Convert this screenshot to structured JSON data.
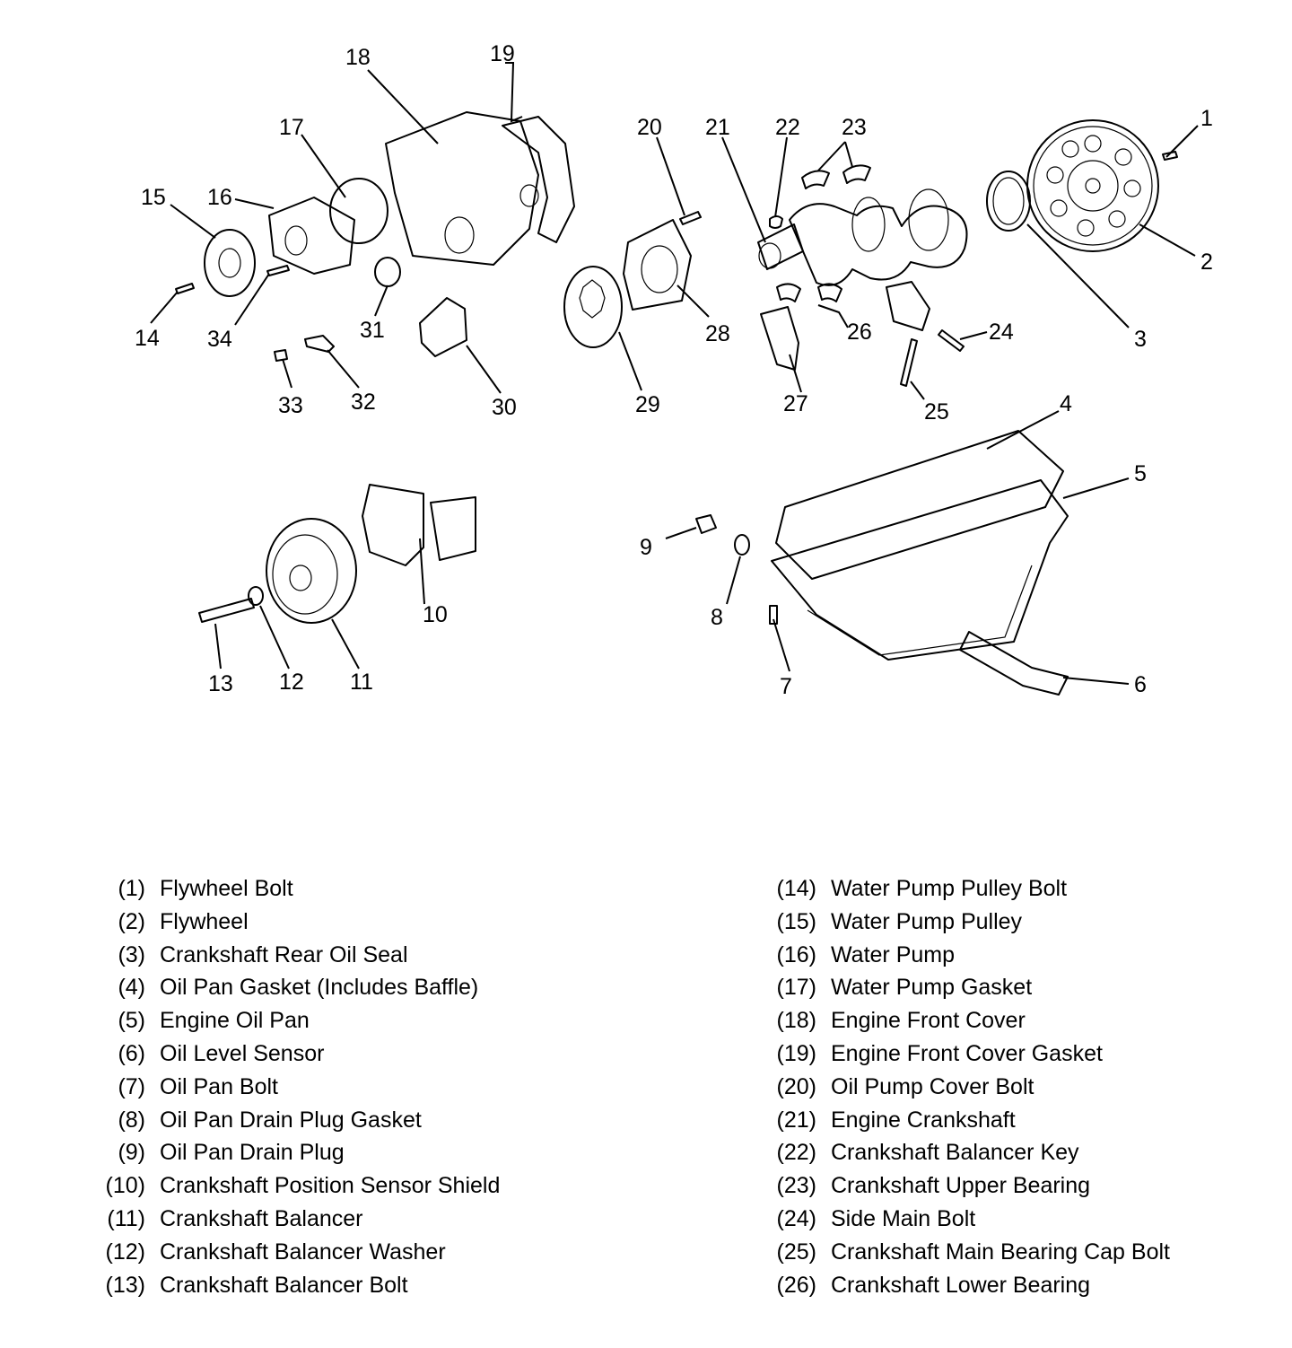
{
  "callouts": [
    "1",
    "2",
    "3",
    "4",
    "5",
    "6",
    "7",
    "8",
    "9",
    "10",
    "11",
    "12",
    "13",
    "14",
    "15",
    "16",
    "17",
    "18",
    "19",
    "20",
    "21",
    "22",
    "23",
    "24",
    "25",
    "26",
    "27",
    "28",
    "29",
    "30",
    "31",
    "32",
    "33",
    "34"
  ],
  "legend_left": [
    {
      "num": "(1)",
      "name": "Flywheel Bolt"
    },
    {
      "num": "(2)",
      "name": "Flywheel"
    },
    {
      "num": "(3)",
      "name": "Crankshaft Rear Oil Seal"
    },
    {
      "num": "(4)",
      "name": "Oil Pan Gasket (Includes Baffle)"
    },
    {
      "num": "(5)",
      "name": "Engine Oil Pan"
    },
    {
      "num": "(6)",
      "name": "Oil Level Sensor"
    },
    {
      "num": "(7)",
      "name": "Oil Pan Bolt"
    },
    {
      "num": "(8)",
      "name": "Oil Pan Drain Plug Gasket"
    },
    {
      "num": "(9)",
      "name": "Oil Pan Drain Plug"
    },
    {
      "num": "(10)",
      "name": "Crankshaft Position Sensor Shield"
    },
    {
      "num": "(11)",
      "name": "Crankshaft Balancer"
    },
    {
      "num": "(12)",
      "name": "Crankshaft Balancer Washer"
    },
    {
      "num": "(13)",
      "name": "Crankshaft Balancer Bolt"
    }
  ],
  "legend_right": [
    {
      "num": "(14)",
      "name": "Water Pump Pulley Bolt"
    },
    {
      "num": "(15)",
      "name": "Water Pump Pulley"
    },
    {
      "num": "(16)",
      "name": "Water Pump"
    },
    {
      "num": "(17)",
      "name": "Water Pump Gasket"
    },
    {
      "num": "(18)",
      "name": "Engine Front Cover"
    },
    {
      "num": "(19)",
      "name": "Engine Front Cover Gasket"
    },
    {
      "num": "(20)",
      "name": "Oil Pump Cover Bolt"
    },
    {
      "num": "(21)",
      "name": "Engine Crankshaft"
    },
    {
      "num": "(22)",
      "name": "Crankshaft Balancer Key"
    },
    {
      "num": "(23)",
      "name": "Crankshaft Upper Bearing"
    },
    {
      "num": "(24)",
      "name": "Side Main Bolt"
    },
    {
      "num": "(25)",
      "name": "Crankshaft Main Bearing Cap Bolt"
    },
    {
      "num": "(26)",
      "name": "Crankshaft Lower Bearing"
    }
  ]
}
